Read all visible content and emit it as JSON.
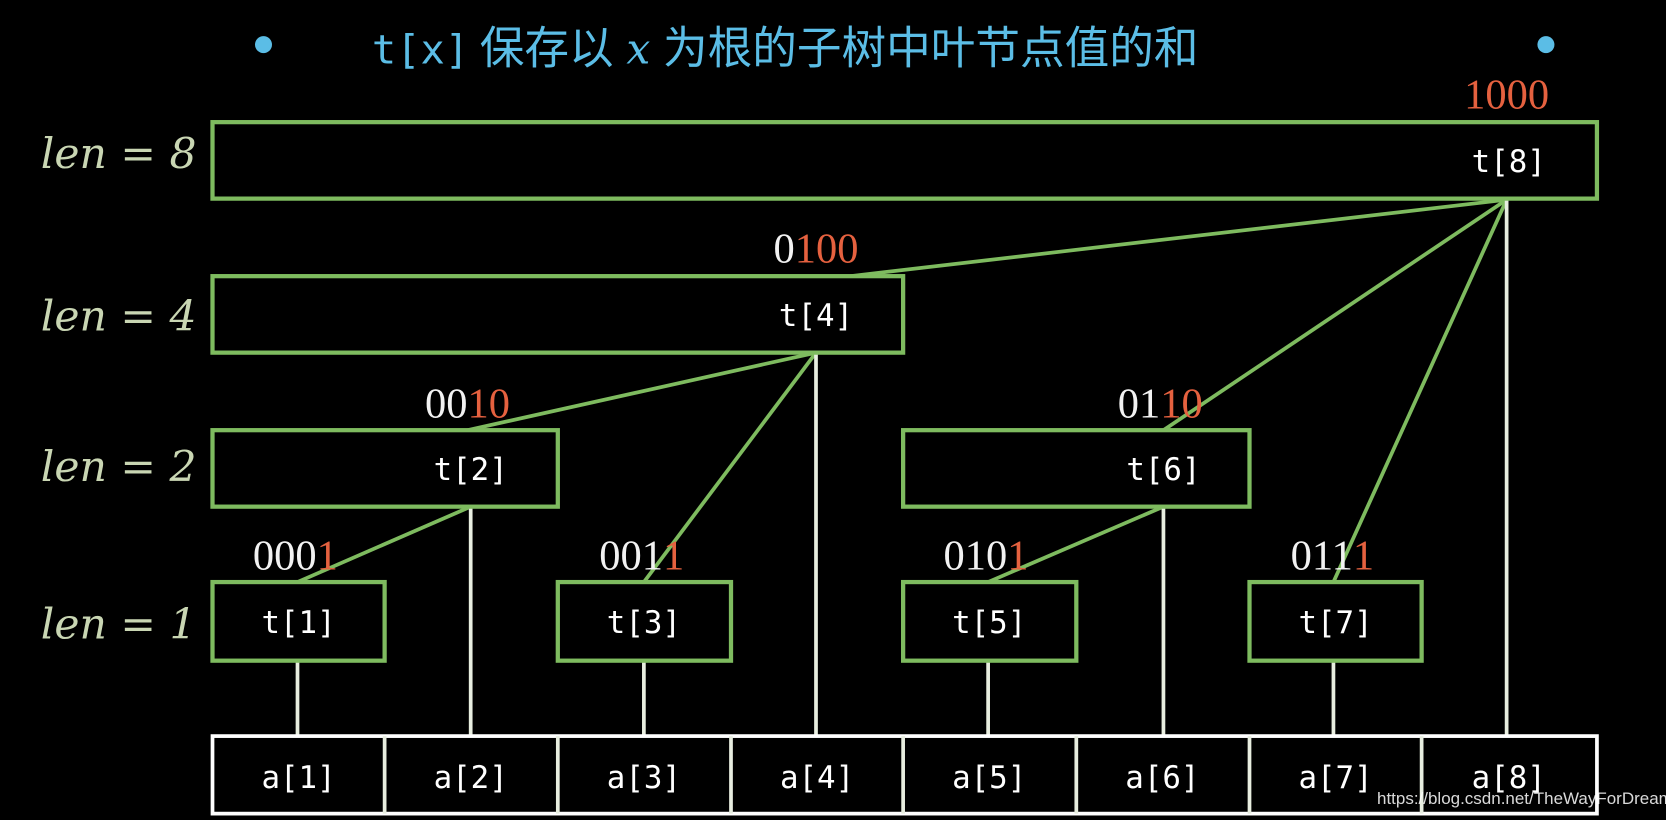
{
  "title": {
    "bullet_color": "#5bbde6",
    "code": "t[x]",
    "part1": "保存以",
    "var": "x",
    "part2": "为根的子树中叶节点值的和"
  },
  "colors": {
    "tree_box": "#7ebb5f",
    "highlight_bits": "#e5613f",
    "label": "#c9d6b3"
  },
  "levels": [
    "len = 8",
    "len = 4",
    "len = 2",
    "len = 1"
  ],
  "nodes": {
    "t8": {
      "label": "t[8]",
      "bits_plain": "",
      "bits_low": "1000"
    },
    "t4": {
      "label": "t[4]",
      "bits_plain": "0",
      "bits_low": "100"
    },
    "t2": {
      "label": "t[2]",
      "bits_plain": "00",
      "bits_low": "10"
    },
    "t6": {
      "label": "t[6]",
      "bits_plain": "01",
      "bits_low": "10"
    },
    "t1": {
      "label": "t[1]",
      "bits_plain": "000",
      "bits_low": "1"
    },
    "t3": {
      "label": "t[3]",
      "bits_plain": "001",
      "bits_low": "1"
    },
    "t5": {
      "label": "t[5]",
      "bits_plain": "010",
      "bits_low": "1"
    },
    "t7": {
      "label": "t[7]",
      "bits_plain": "011",
      "bits_low": "1"
    }
  },
  "array": [
    "a[1]",
    "a[2]",
    "a[3]",
    "a[4]",
    "a[5]",
    "a[6]",
    "a[7]",
    "a[8]"
  ],
  "watermark": "https://blog.csdn.net/TheWayForDream"
}
